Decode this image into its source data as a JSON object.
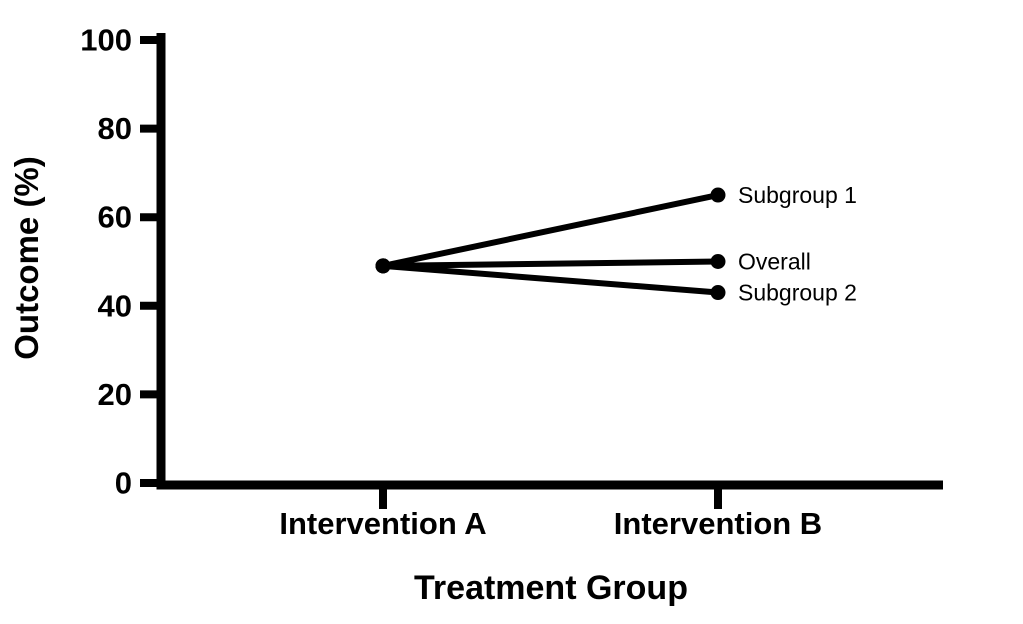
{
  "chart_data": {
    "type": "line",
    "subtype": "slopegraph",
    "title": "",
    "categories": [
      "Intervention A",
      "Intervention B"
    ],
    "series": [
      {
        "name": "Subgroup 1",
        "values": [
          49,
          65
        ],
        "label": "Subgroup 1"
      },
      {
        "name": "Overall",
        "values": [
          49,
          50
        ],
        "label": "Overall"
      },
      {
        "name": "Subgroup 2",
        "values": [
          49,
          43
        ],
        "label": "Subgroup 2"
      }
    ],
    "xlabel": "Treatment Group",
    "ylabel": "Outcome (%)",
    "ylim": [
      0,
      100
    ],
    "yticks": [
      0,
      20,
      40,
      60,
      80,
      100
    ],
    "grid": false,
    "legend_position": "inline-right-end-labels",
    "colors": {
      "line": "#000000",
      "marker": "#000000",
      "axis": "#000000",
      "text": "#000000",
      "background": "#ffffff"
    }
  }
}
